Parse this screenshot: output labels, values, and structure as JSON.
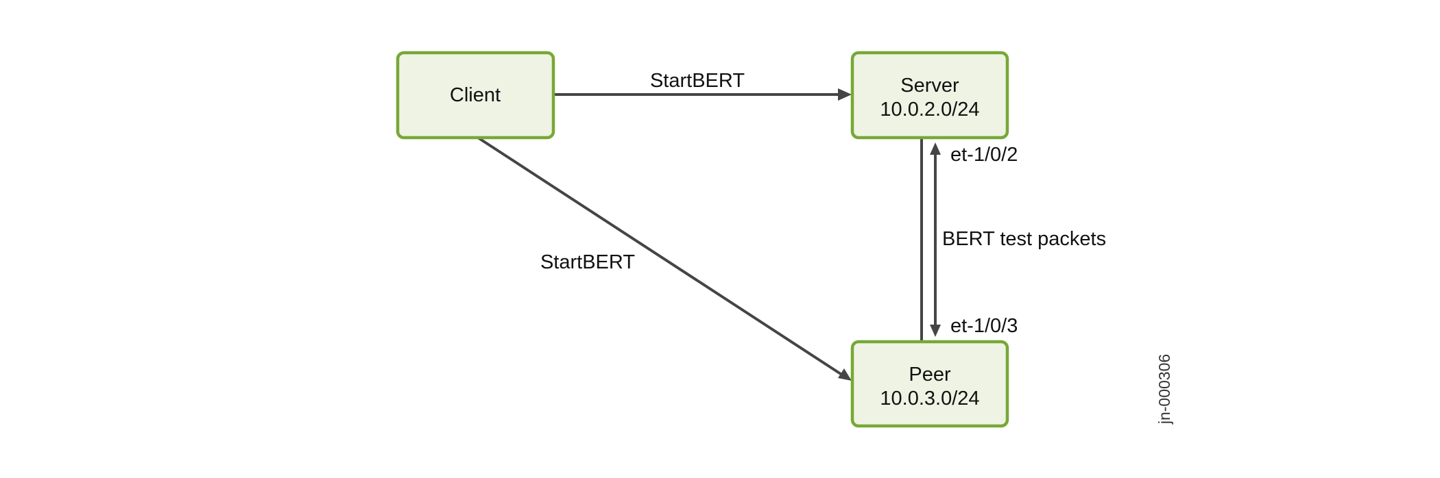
{
  "nodes": {
    "client": {
      "lines": [
        "Client"
      ]
    },
    "server": {
      "lines": [
        "Server",
        "10.0.2.0/24"
      ]
    },
    "peer": {
      "lines": [
        "Peer",
        "10.0.3.0/24"
      ]
    }
  },
  "edges": {
    "client_server": {
      "label": "StartBERT"
    },
    "client_peer": {
      "label": "StartBERT"
    },
    "server_peer": {
      "label": "BERT test packets"
    }
  },
  "ports": {
    "server": "et-1/0/2",
    "peer": "et-1/0/3"
  },
  "figure_id": "jn-000306",
  "colors": {
    "node_fill": "#eef3e4",
    "node_border": "#77a836",
    "line": "#454545"
  }
}
